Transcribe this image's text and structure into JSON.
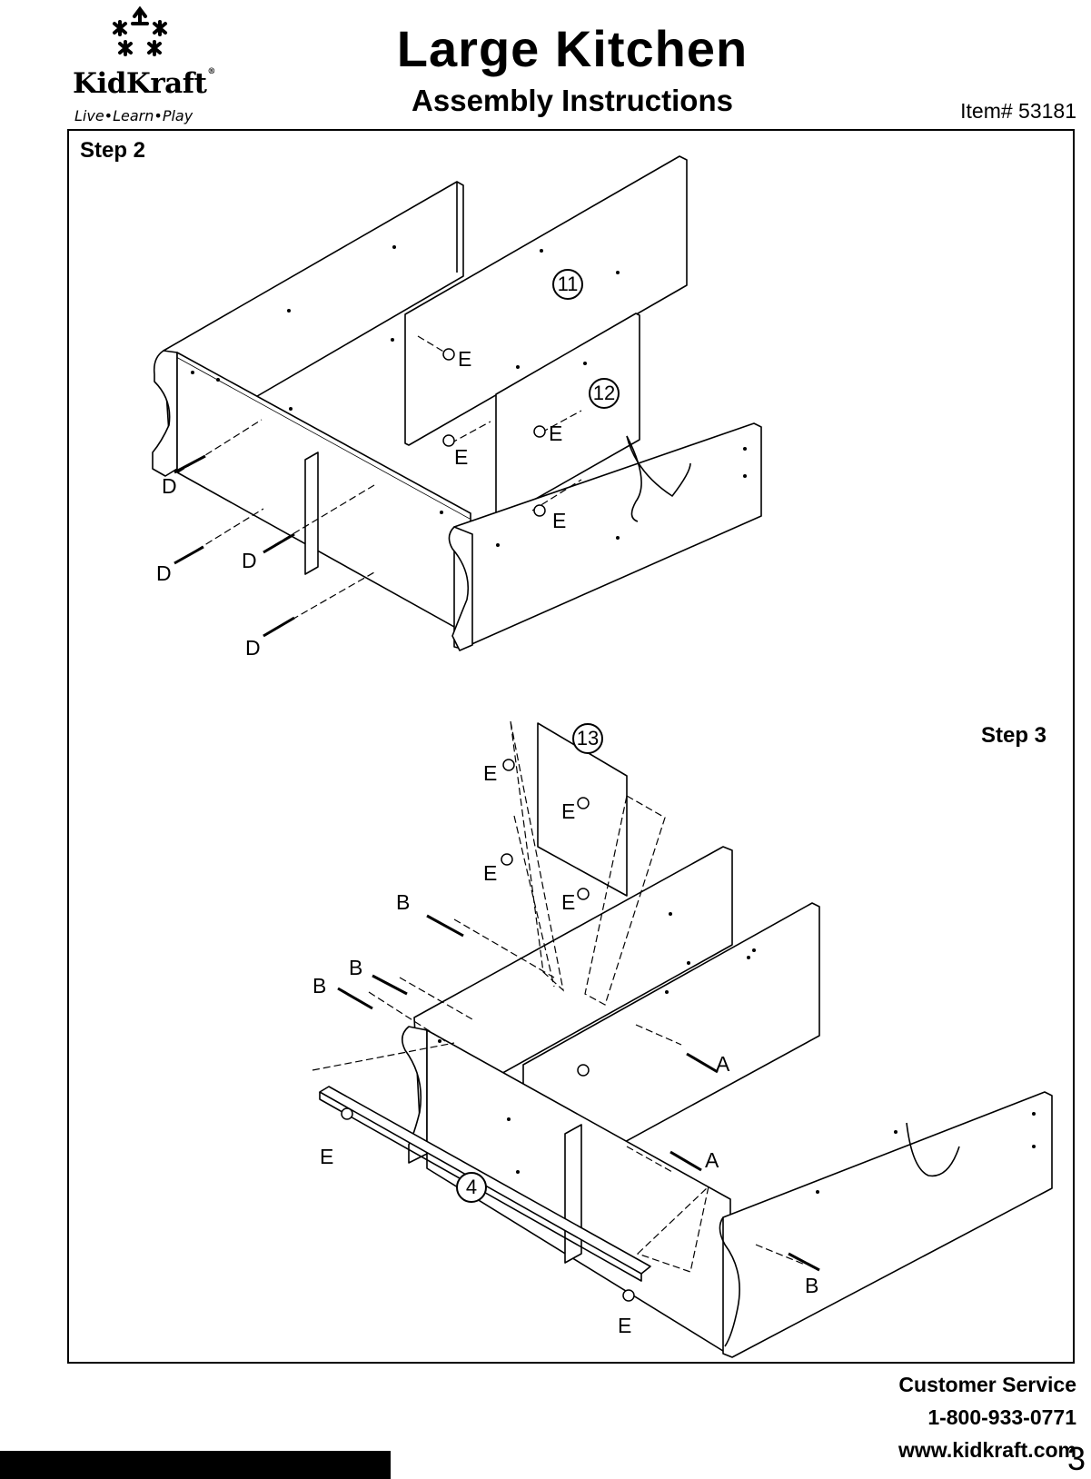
{
  "brand": {
    "name": "KidKraft",
    "registered": "®",
    "tagline": "Live•Learn•Play"
  },
  "header": {
    "title": "Large Kitchen",
    "subtitle": "Assembly Instructions",
    "item_number": "Item# 53181"
  },
  "steps": {
    "step2": {
      "label": "Step 2"
    },
    "step3": {
      "label": "Step 3"
    }
  },
  "step2_parts": {
    "callouts": [
      "11",
      "12"
    ],
    "hardware": [
      "E",
      "E",
      "E",
      "E",
      "D",
      "D",
      "D",
      "D"
    ]
  },
  "step3_parts": {
    "callouts": [
      "13",
      "4"
    ],
    "hardware": [
      "E",
      "E",
      "E",
      "E",
      "B",
      "B",
      "B",
      "A",
      "A",
      "E",
      "B",
      "E"
    ]
  },
  "footer": {
    "customer_service": "Customer Service",
    "phone": "1-800-933-0771",
    "website": "www.kidkraft.com",
    "page_number": "3"
  }
}
